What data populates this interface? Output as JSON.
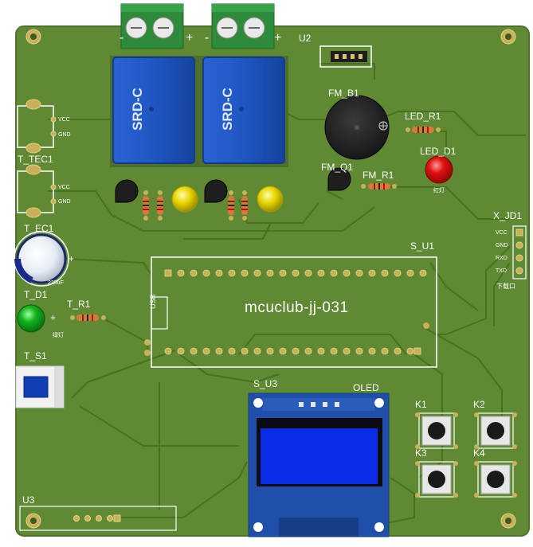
{
  "board": {
    "main_label": "mcuclub-jj-031",
    "colors": {
      "pcb": "#5f8a33",
      "pcb_edge": "#4d7428",
      "trace": "#3f6a22",
      "silkscreen": "#ffffff",
      "relay": "#1f56c2",
      "terminal": "#2e8b3c",
      "oled_pcb": "#1f4fa8",
      "oled_screen": "#0a2ce8",
      "led_red": "#e01010",
      "led_green": "#12b51c",
      "led_yellow": "#e8d600",
      "buzzer": "#202020",
      "resistor": "#d67a3a",
      "gold_pad": "#c8b15a"
    }
  },
  "labels": {
    "u2": "U2",
    "fm_b1": "FM_B1",
    "led_r1": "LED_R1",
    "led_d1": "LED_D1",
    "fm_q1": "FM_Q1",
    "fm_r1": "FM_R1",
    "t_tec1": "T_TEC1",
    "t_ec1": "T_EC1",
    "t_d1": "T_D1",
    "t_r1": "T_R1",
    "t_s1": "T_S1",
    "s_u1": "S_U1",
    "s_u3": "S_U3",
    "oled": "OLED",
    "u3": "U3",
    "x_jd1": "X_JD1",
    "k1": "K1",
    "k2": "K2",
    "k3": "K3",
    "k4": "K4",
    "usb": "USB",
    "relay1": "SRD-C",
    "relay2": "SRD-C",
    "plus1": "+",
    "minus1": "-",
    "plus2": "+",
    "minus2": "-",
    "vcc1": "VCC",
    "gnd1": "GND",
    "vcc2": "VCC",
    "gnd2": "GND",
    "jd_vcc": "VCC",
    "jd_gnd": "GND",
    "jd_rxd": "RXD",
    "jd_txd": "TXD",
    "jd_download": "下载口",
    "cap_value": "220uF",
    "green_led_text": "绿灯",
    "red_led_text": "红灯",
    "cap_plus": "+",
    "led_plus": "+"
  }
}
